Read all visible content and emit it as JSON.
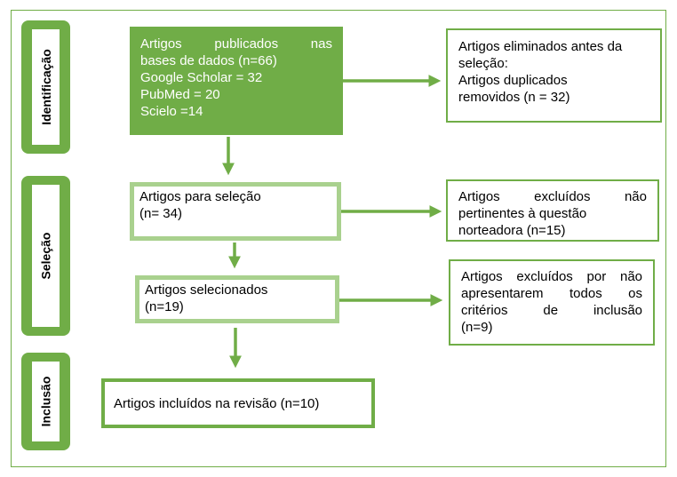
{
  "phases": {
    "identification": "Identificação",
    "selection": "Seleção",
    "inclusion": "Inclusão"
  },
  "boxes": {
    "published": {
      "line1": "Artigos publicados nas",
      "line2": "bases de dados (n=66)",
      "line3": "Google Scholar = 32",
      "line4": "PubMed = 20",
      "line5": "Scielo =14"
    },
    "eliminated": {
      "line1": "Artigos eliminados antes da",
      "line2": "seleção:",
      "line3": "Artigos duplicados",
      "line4": "removidos (n = 32)"
    },
    "for_selection": {
      "line1": "Artigos para seleção",
      "line2": "(n= 34)"
    },
    "excluded_not_pertinent": {
      "line1": "Artigos excluídos não",
      "line2": "pertinentes à questão",
      "line3": "norteadora (n=15)"
    },
    "selected": {
      "line1": "Artigos selecionados",
      "line2": "(n=19)"
    },
    "excluded_criteria": {
      "line1": "Artigos excluídos por não",
      "line2": "apresentarem todos os",
      "line3": "critérios de inclusão",
      "line4": "(n=9)"
    },
    "included": {
      "line1": "Artigos incluídos na revisão (n=10)"
    }
  },
  "colors": {
    "accent": "#70ad47",
    "light": "#a9d18e"
  }
}
